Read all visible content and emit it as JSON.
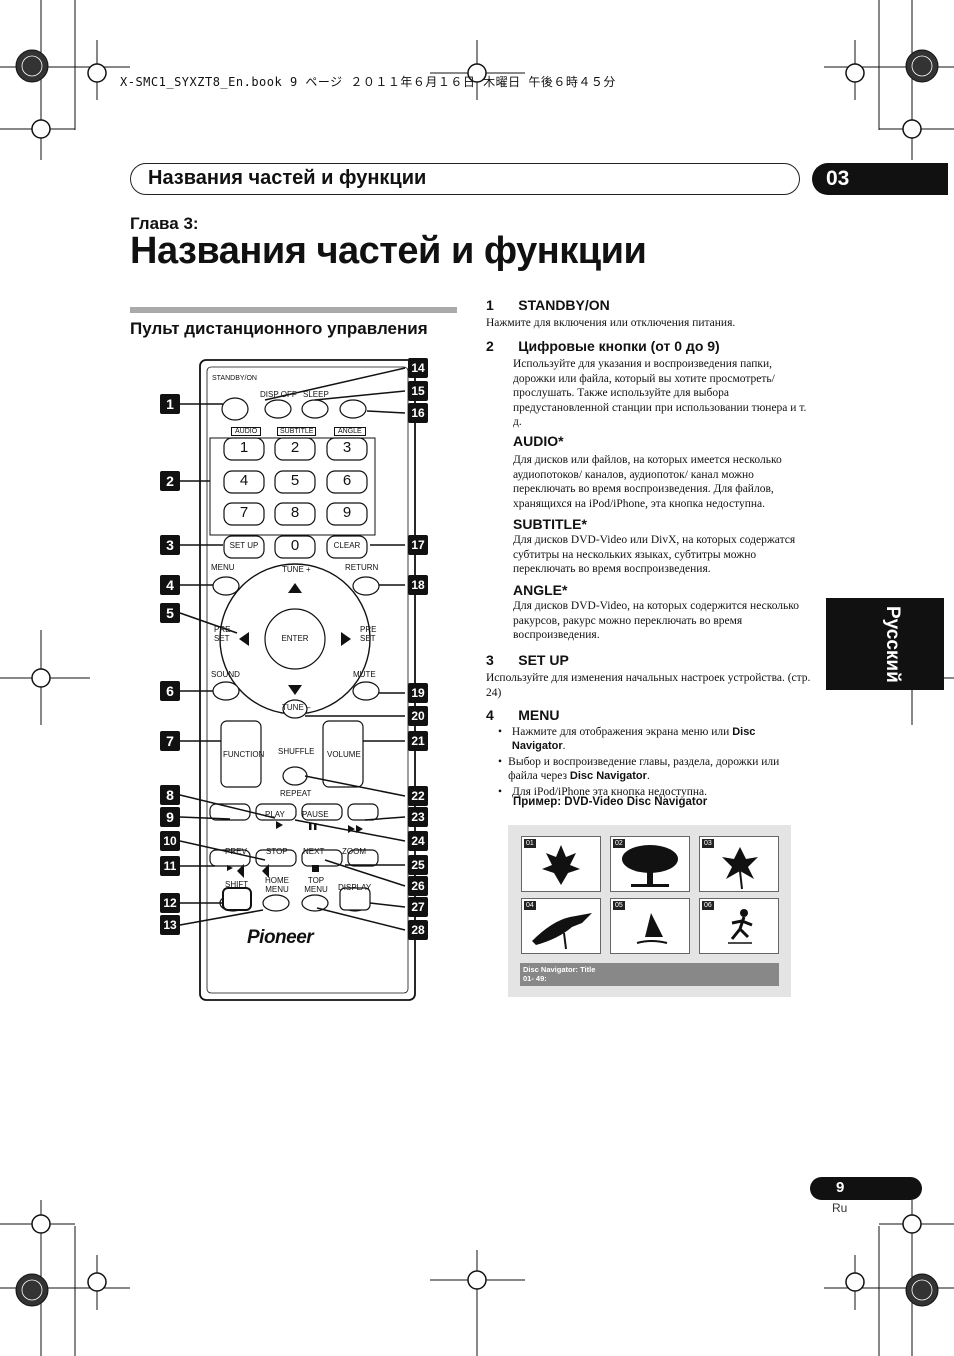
{
  "print_header": "X-SMC1_SYXZT8_En.book  9 ページ  ２０１１年６月１６日  木曜日  午後６時４５分",
  "header": {
    "title": "Названия частей и функции",
    "chapter": "03"
  },
  "chapter_label": "Глава 3:",
  "page_title": "Названия частей и функции",
  "section_title": "Пульт дистанционного управления",
  "side_tab": "Русский",
  "items": [
    {
      "num": "1",
      "label": "STANDBY/ON",
      "text": "Нажмите для включения или отключения питания."
    },
    {
      "num": "2",
      "label": "Цифровые кнопки (от 0 до 9)",
      "text": "Используйте для указания и воспроизведения папки, дорожки или файла, который вы хотите просмотреть/прослушать. Также используйте для выбора предустановленной станции при использовании тюнера и т. д."
    },
    {
      "label": "AUDIO*",
      "text": "Для дисков или файлов, на которых имеется несколько аудиопотоков/ каналов, аудиопоток/ канал можно переключать во время воспроизведения. Для файлов, хранящихся на iPod/iPhone, эта кнопка недоступна."
    },
    {
      "label": "SUBTITLE*",
      "text": "Для дисков DVD-Video или DivX, на которых содержатся субтитры на нескольких языках, субтитры можно переключать во время воспроизведения."
    },
    {
      "label": "ANGLE*",
      "text": "Для дисков DVD-Video, на которых содержится несколько ракурсов, ракурс можно переключать во время воспроизведения."
    },
    {
      "num": "3",
      "label": "SET UP",
      "text": "Используйте для изменения начальных настроек устройства. (стр. 24)"
    },
    {
      "num": "4",
      "label": "MENU"
    }
  ],
  "menu_bullets": [
    {
      "pre": "Нажмите для отображения экрана меню или ",
      "bold": "Disc Navigator",
      "post": "."
    },
    {
      "pre": "Выбор и воспроизведение главы, раздела, дорожки или файла через ",
      "bold": "Disc Navigator",
      "post": "."
    },
    {
      "pre": "Для iPod/iPhone эта кнопка недоступна.",
      "bold": "",
      "post": ""
    }
  ],
  "example_label": "Пример: DVD-Video Disc Navigator",
  "disc_navigator": {
    "thumbs": [
      "01",
      "02",
      "03",
      "04",
      "05",
      "06"
    ],
    "footer_title": "Disc Navigator: Title",
    "footer_sub": "01- 49:"
  },
  "remote": {
    "labels": {
      "standby": "STANDBY/ON",
      "disp_off": "DISP OFF",
      "sleep": "SLEEP",
      "audio": "AUDIO",
      "subtitle": "SUBTITLE",
      "angle": "ANGLE",
      "set_up": "SET UP",
      "clear": "CLEAR",
      "menu": "MENU",
      "return": "RETURN",
      "tune_plus": "TUNE +",
      "tune_minus": "TUNE –",
      "enter": "ENTER",
      "preset_l": "PRE SET",
      "preset_r": "PRE SET",
      "minus": "–",
      "plus": "+",
      "sound": "SOUND",
      "mute": "MUTE",
      "shuffle": "SHUFFLE",
      "repeat": "REPEAT",
      "function": "FUNCTION",
      "volume": "VOLUME",
      "play": "PLAY",
      "pause": "PAUSE",
      "stop": "STOP",
      "prev": "PREV",
      "next": "NEXT",
      "zoom": "ZOOM",
      "shift": "SHIFT",
      "home_menu": "HOME MENU",
      "top_menu": "TOP MENU",
      "display": "DISPLAY",
      "brand": "Pioneer"
    },
    "digits": [
      "1",
      "2",
      "3",
      "4",
      "5",
      "6",
      "7",
      "8",
      "9",
      "0"
    ],
    "callouts": [
      "1",
      "2",
      "3",
      "4",
      "5",
      "6",
      "7",
      "8",
      "9",
      "10",
      "11",
      "12",
      "13",
      "14",
      "15",
      "16",
      "17",
      "18",
      "19",
      "20",
      "21",
      "22",
      "23",
      "24",
      "25",
      "26",
      "27",
      "28"
    ]
  },
  "page_number": "9",
  "page_lang": "Ru"
}
